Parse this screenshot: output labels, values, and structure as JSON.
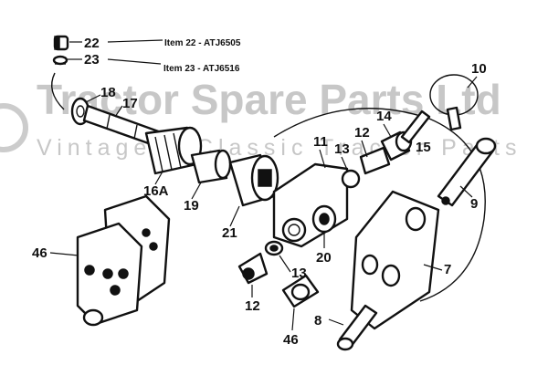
{
  "watermark": {
    "title": "Tractor Spare Parts Ltd",
    "subtitle": "Vintage & Classic Tractor Parts"
  },
  "item_refs": [
    {
      "text": "Item 22 - ATJ6505"
    },
    {
      "text": "Item 23 - ATJ6516"
    }
  ],
  "callouts": {
    "c22": "22",
    "c23": "23",
    "c18": "18",
    "c17": "17",
    "c16a": "16A",
    "c19": "19",
    "c21": "21",
    "c11": "11",
    "c13a": "13",
    "c12a": "12",
    "c14": "14",
    "c15": "15",
    "c10": "10",
    "c9": "9",
    "c20": "20",
    "c7": "7",
    "c46a": "46",
    "c12b": "12",
    "c13b": "13",
    "c46b": "46",
    "c8": "8"
  }
}
